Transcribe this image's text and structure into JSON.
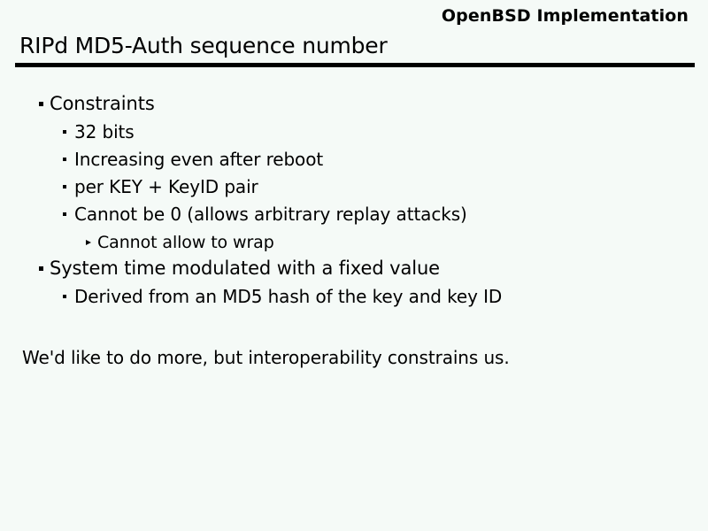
{
  "slide": {
    "eyebrow": "OpenBSD Implementation",
    "title": "RIPd MD5-Auth sequence number",
    "background_color": "#f5faf7",
    "text_color": "#000000",
    "rule_color": "#000000",
    "bullets": [
      {
        "level": 1,
        "marker": "square-bullet-icon",
        "text": "Constraints"
      },
      {
        "level": 2,
        "marker": "square-bullet-icon",
        "text": "32 bits"
      },
      {
        "level": 2,
        "marker": "square-bullet-icon",
        "text": "Increasing even after reboot"
      },
      {
        "level": 2,
        "marker": "square-bullet-icon",
        "text": "per KEY + KeyID pair"
      },
      {
        "level": 2,
        "marker": "square-bullet-icon",
        "text": "Cannot be 0 (allows arbitrary replay attacks)"
      },
      {
        "level": 3,
        "marker": "triangle-bullet-icon",
        "text": "Cannot allow to wrap"
      },
      {
        "level": 1,
        "marker": "square-bullet-icon",
        "text": "System time modulated with a fixed value"
      },
      {
        "level": 2,
        "marker": "square-bullet-icon",
        "text": "Derived from an MD5 hash of the key and key ID"
      }
    ],
    "closing_line": "We'd like to do more, but interoperability constrains us."
  }
}
